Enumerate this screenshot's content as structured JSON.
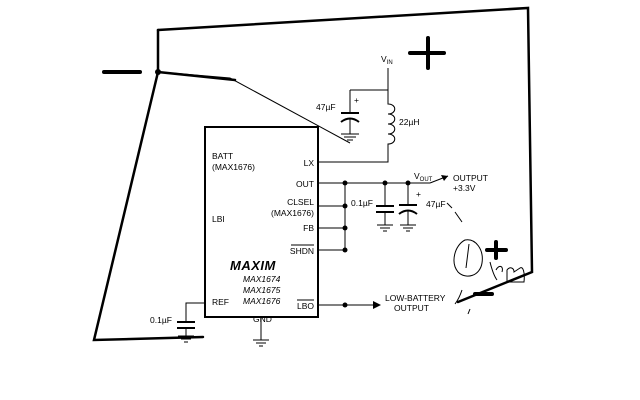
{
  "ic": {
    "pins_left": {
      "batt": "BATT",
      "batt_part": "(MAX1676)",
      "lbi": "LBI",
      "ref": "REF"
    },
    "pins_right": {
      "lx": "LX",
      "out": "OUT",
      "clsel": "CLSEL",
      "clsel_part": "(MAX1676)",
      "fb": "FB",
      "shdn": "SHDN",
      "lbo": "LBO"
    },
    "pin_bottom": {
      "gnd": "GND"
    },
    "logo": "MAXIM",
    "parts": [
      "MAX1674",
      "MAX1675",
      "MAX1676"
    ]
  },
  "components": {
    "cap_in": "47µF",
    "inductor": "22µH",
    "cap_clsel": "0.1µF",
    "cap_out": "47µF",
    "cap_ref": "0.1µF",
    "plus_small": "+"
  },
  "nets": {
    "vin": "V",
    "vin_sub": "IN",
    "vout": "V",
    "vout_sub": "OUT",
    "output_title": "OUTPUT",
    "output_value": "+3.3V",
    "lowbat_line1": "LOW-BATTERY",
    "lowbat_line2": "OUTPUT"
  }
}
